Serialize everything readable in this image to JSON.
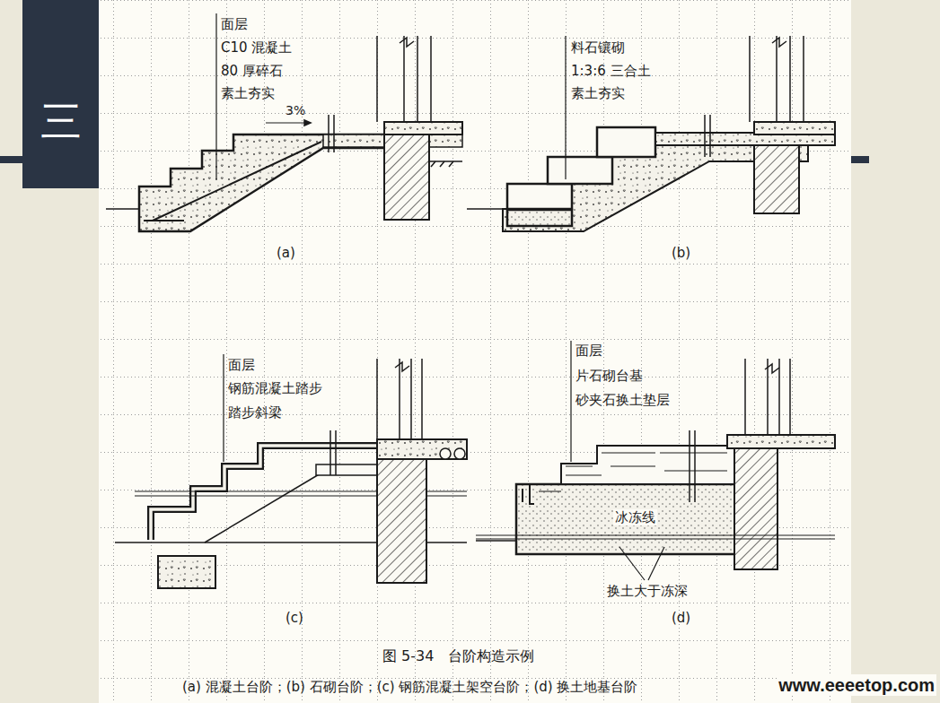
{
  "diagram": {
    "title": "图 5-34　台阶构造示例",
    "caption": "(a) 混凝土台阶；(b) 石砌台阶；(c) 钢筋混凝土架空台阶；(d) 换土地基台阶",
    "nodes": [
      {
        "text": [
          "三"
        ]
      }
    ],
    "labels": [
      "面层",
      "C10 混凝土",
      "80 厚碎石",
      "素土夯实",
      "3%",
      "(a)",
      "料石镶砌",
      "1:3:6 三合土",
      "素土夯实",
      "(b)",
      "面层",
      "钢筋混凝土踏步",
      "踏步斜梁",
      "(c)",
      "面层",
      "片石砌台基",
      "砂夹石换土垫层",
      "冰冻线",
      "换土大于冻深",
      "(d)",
      "www.eeeetop.com"
    ]
  }
}
